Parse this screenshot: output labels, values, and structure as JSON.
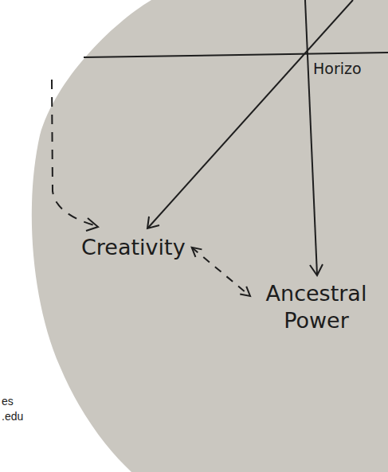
{
  "diagram": {
    "nodes": [
      {
        "text": [
          "Creativity"
        ]
      },
      {
        "text": [
          "Ancestral Power"
        ]
      }
    ],
    "edges": [
      {
        "from": 0,
        "to": 1,
        "arrow": "both"
      }
    ],
    "labels": [
      "Horizo",
      "es",
      ".edu"
    ]
  }
}
